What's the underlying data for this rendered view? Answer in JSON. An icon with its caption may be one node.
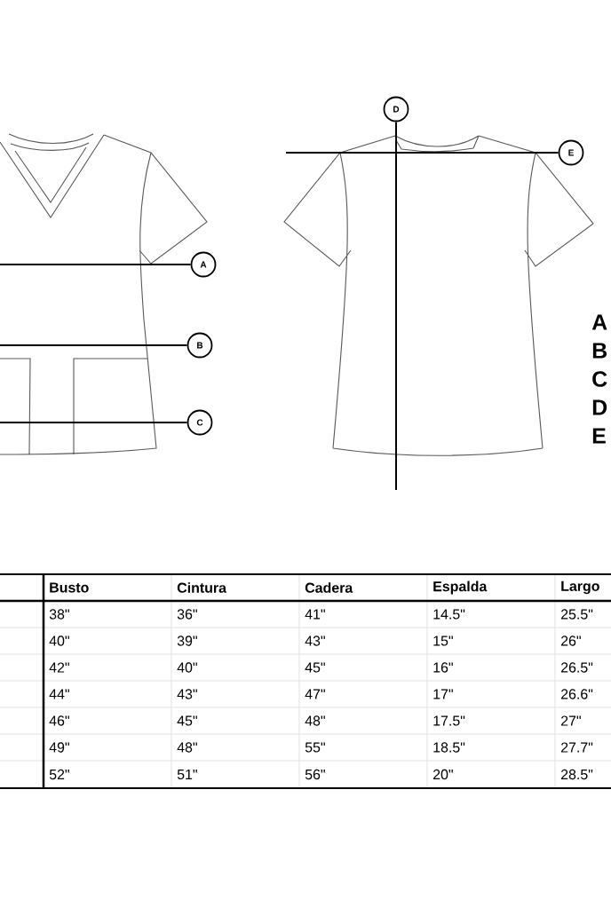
{
  "diagram": {
    "nodes": [
      {
        "text": [
          "A"
        ]
      },
      {
        "text": [
          "B"
        ]
      },
      {
        "text": [
          "C"
        ]
      },
      {
        "text": [
          "D"
        ]
      },
      {
        "text": [
          "E"
        ]
      }
    ],
    "labels": [
      "A",
      "B",
      "C",
      "D",
      "E",
      "Busto",
      "Cintura",
      "Cadera",
      "Espalda",
      "Largo",
      "38\"",
      "36\"",
      "41\"",
      "14.5\"",
      "25.5\"",
      "40\"",
      "39\"",
      "43\"",
      "15\"",
      "26\"",
      "42\"",
      "40\"",
      "45\"",
      "16\"",
      "26.5\"",
      "44\"",
      "43\"",
      "47\"",
      "17\"",
      "26.6\"",
      "46\"",
      "45\"",
      "48\"",
      "17.5\"",
      "27\"",
      "49\"",
      "48\"",
      "55\"",
      "18.5\"",
      "27.7\"",
      "52\"",
      "51\"",
      "56\"",
      "20\"",
      "28.5\""
    ]
  }
}
